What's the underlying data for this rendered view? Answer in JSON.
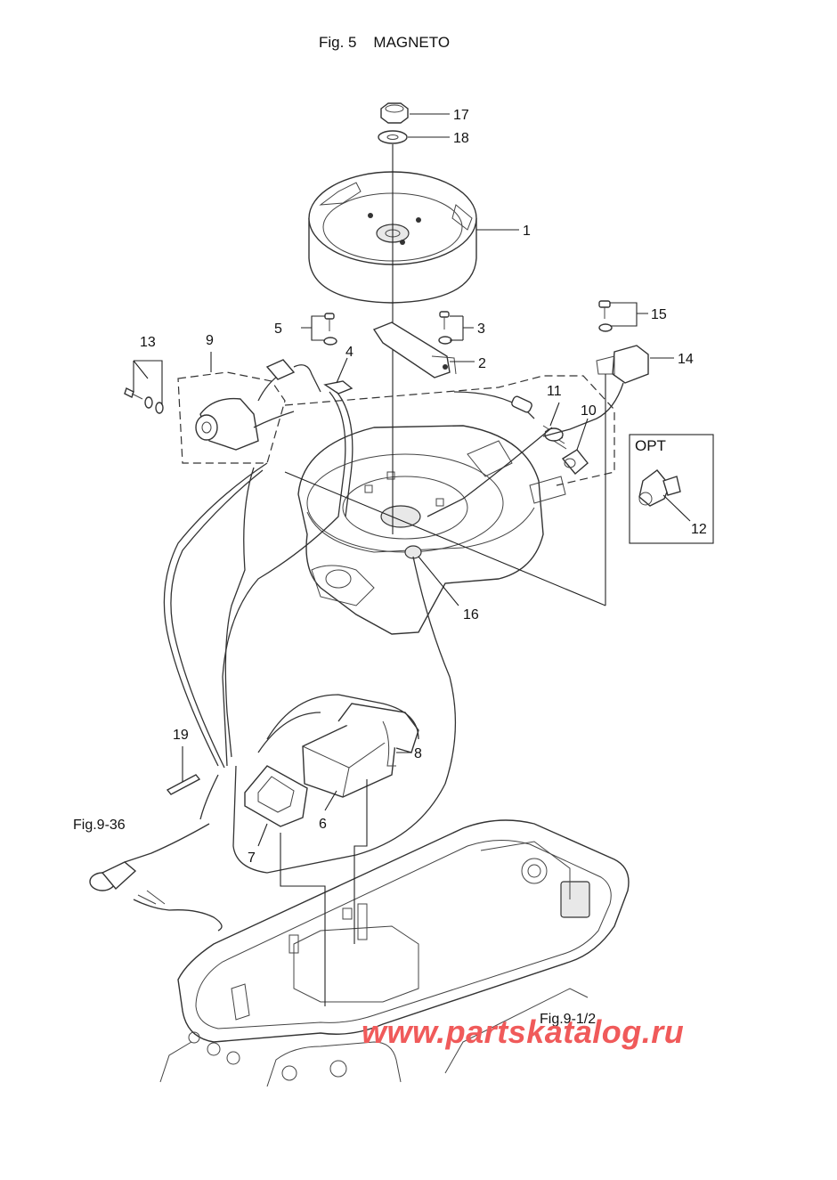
{
  "title": "Fig. 5    MAGNETO",
  "callouts": [
    "1",
    "2",
    "3",
    "4",
    "5",
    "6",
    "7",
    "8",
    "9",
    "10",
    "11",
    "12",
    "13",
    "14",
    "15",
    "16",
    "17",
    "18",
    "19"
  ],
  "references": {
    "fig_9_36": "Fig.9-36",
    "fig_9_1_2": "Fig.9-1/2"
  },
  "option_box": {
    "label": "OPT"
  },
  "watermark": "www.partskatalog.ru"
}
